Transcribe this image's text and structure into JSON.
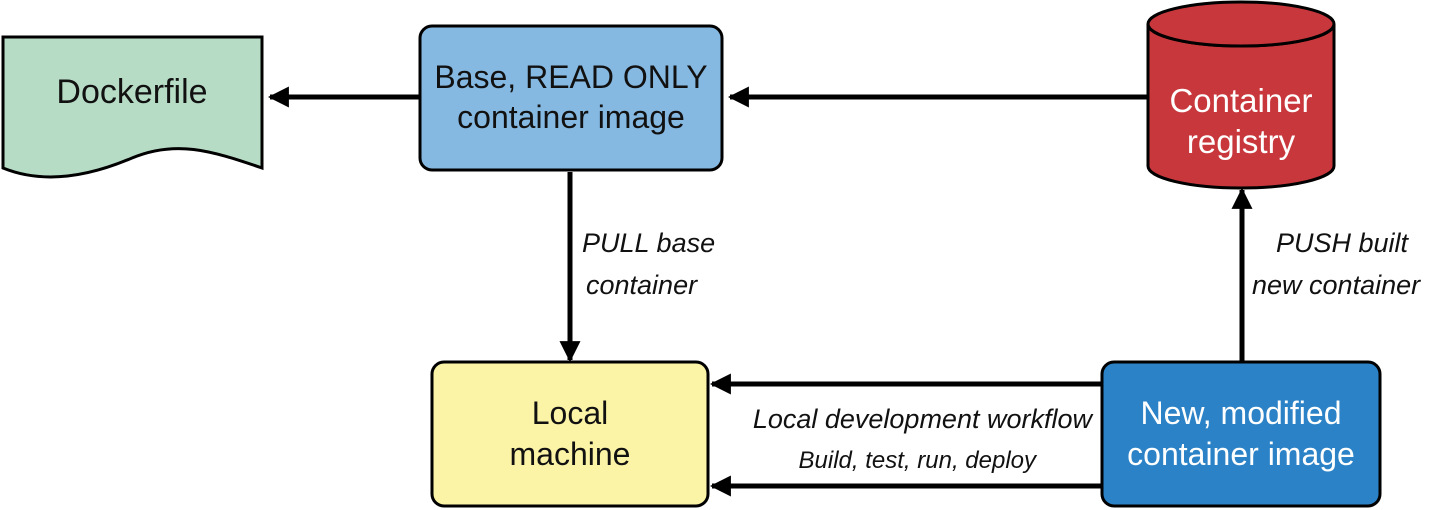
{
  "nodes": {
    "dockerfile": {
      "label": "Dockerfile",
      "color": "#b7dcc6"
    },
    "base_image": {
      "line1": "Base, READ ONLY",
      "line2": "container image",
      "color": "#86b9e1"
    },
    "registry": {
      "line1": "Container",
      "line2": "registry",
      "color": "#c8373c"
    },
    "local_machine": {
      "line1": "Local",
      "line2": "machine",
      "color": "#fbf3a6"
    },
    "new_image": {
      "line1": "New, modified",
      "line2": "container image",
      "color": "#2b82c6"
    }
  },
  "edges": {
    "pull": {
      "line1": "PULL base",
      "line2": "container"
    },
    "push": {
      "line1": "PUSH built",
      "line2": "new container"
    },
    "workflow": {
      "line1": "Local development workflow",
      "line2": "Build, test, run, deploy"
    }
  }
}
